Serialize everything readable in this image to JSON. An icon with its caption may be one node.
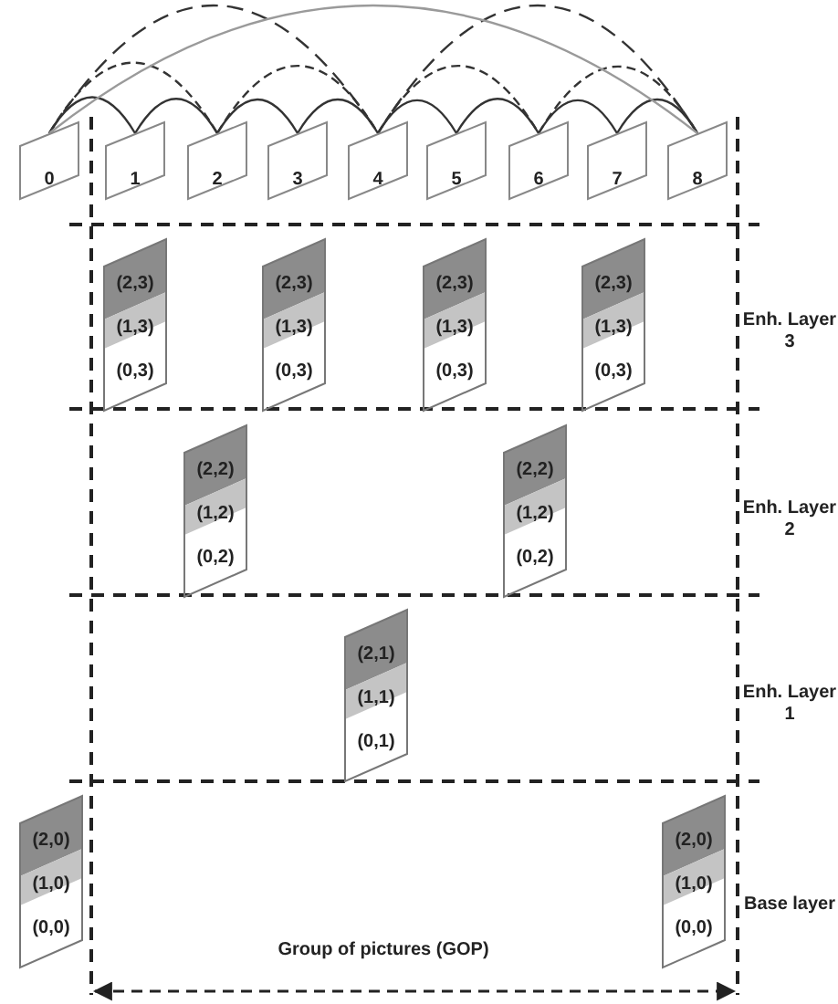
{
  "diagram": {
    "nodes": [
      {
        "text": [
          "0"
        ]
      },
      {
        "text": [
          "1"
        ]
      },
      {
        "text": [
          "2"
        ]
      },
      {
        "text": [
          "3"
        ]
      },
      {
        "text": [
          "4"
        ]
      },
      {
        "text": [
          "5"
        ]
      },
      {
        "text": [
          "6"
        ]
      },
      {
        "text": [
          "7"
        ]
      },
      {
        "text": [
          "8"
        ]
      },
      {
        "text": [
          "(2,3)",
          "(1,3)",
          "(0,3)"
        ]
      },
      {
        "text": [
          "(2,3)",
          "(1,3)",
          "(0,3)"
        ]
      },
      {
        "text": [
          "(2,3)",
          "(1,3)",
          "(0,3)"
        ]
      },
      {
        "text": [
          "(2,3)",
          "(1,3)",
          "(0,3)"
        ]
      },
      {
        "text": [
          "(2,2)",
          "(1,2)",
          "(0,2)"
        ]
      },
      {
        "text": [
          "(2,2)",
          "(1,2)",
          "(0,2)"
        ]
      },
      {
        "text": [
          "(2,1)",
          "(1,1)",
          "(0,1)"
        ]
      },
      {
        "text": [
          "(2,0)",
          "(1,0)",
          "(0,0)"
        ]
      },
      {
        "text": [
          "(2,0)",
          "(1,0)",
          "(0,0)"
        ]
      }
    ],
    "edges": [
      {
        "from": 0,
        "to": 1,
        "arrow": "none"
      },
      {
        "from": 1,
        "to": 2,
        "arrow": "none"
      },
      {
        "from": 2,
        "to": 3,
        "arrow": "none"
      },
      {
        "from": 3,
        "to": 4,
        "arrow": "none"
      },
      {
        "from": 4,
        "to": 5,
        "arrow": "none"
      },
      {
        "from": 5,
        "to": 6,
        "arrow": "none"
      },
      {
        "from": 6,
        "to": 7,
        "arrow": "none"
      },
      {
        "from": 7,
        "to": 8,
        "arrow": "none"
      },
      {
        "from": 0,
        "to": 2,
        "arrow": "none",
        "style": "dashed"
      },
      {
        "from": 2,
        "to": 4,
        "arrow": "none",
        "style": "dashed"
      },
      {
        "from": 4,
        "to": 6,
        "arrow": "none",
        "style": "dashed"
      },
      {
        "from": 6,
        "to": 8,
        "arrow": "none",
        "style": "dashed"
      },
      {
        "from": 0,
        "to": 4,
        "arrow": "none",
        "style": "dashed"
      },
      {
        "from": 4,
        "to": 8,
        "arrow": "none",
        "style": "dashed"
      },
      {
        "from": 0,
        "to": 8,
        "arrow": "none",
        "color": "#9a9a9a"
      }
    ],
    "labels": [
      "Enh. Layer 3",
      "Enh. Layer 2",
      "Enh. Layer 1",
      "Base layer",
      "Group of pictures (GOP)"
    ]
  }
}
